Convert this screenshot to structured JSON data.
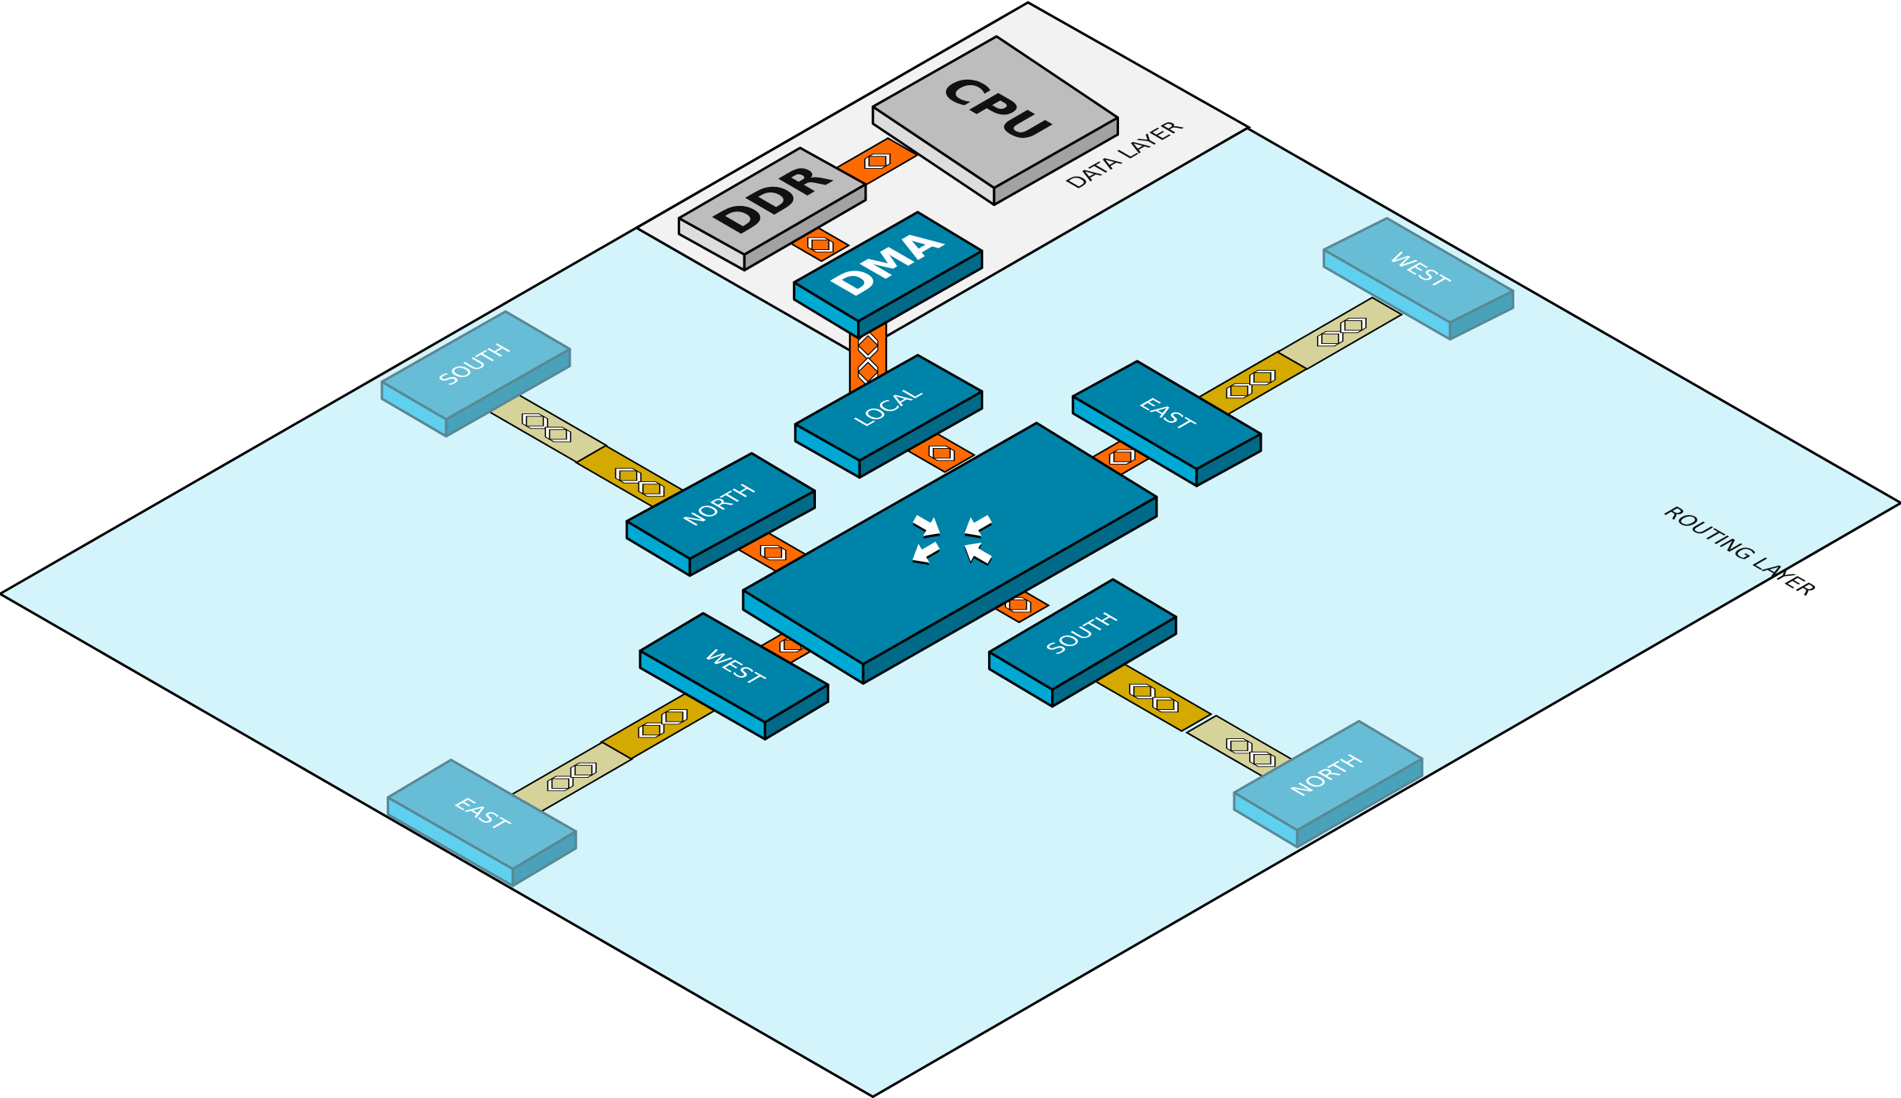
{
  "layers": {
    "data_layer": "DATA LAYER",
    "routing_layer": "ROUTING LAYER"
  },
  "data_nodes": {
    "cpu": "CPU",
    "ddr": "DDR",
    "dma": "DMA"
  },
  "router": {
    "icon": "converging-arrows-icon",
    "ports": {
      "local": "LOCAL",
      "north": "NORTH",
      "east": "EAST",
      "west": "WEST",
      "south": "SOUTH"
    }
  },
  "neighbors": {
    "south_outer": "SOUTH",
    "west_outer": "WEST",
    "east_outer": "EAST",
    "north_outer": "NORTH"
  },
  "colors": {
    "routing_plane": "#d4f4fc",
    "data_plane": "#f2f2f2",
    "port_top": "#0083a8",
    "port_left": "#00a8d4",
    "port_right": "#006a88",
    "neighbor_top": "#67bdd6",
    "neighbor_left": "#5fd0ee",
    "neighbor_right": "#4aa1ba",
    "gray_top": "#bdbdbd",
    "gray_left": "#dddddd",
    "gray_right": "#a2a2a2",
    "link_local": "#ff6a00",
    "link_near": "#d4aa00",
    "link_far": "#d6d39a"
  }
}
